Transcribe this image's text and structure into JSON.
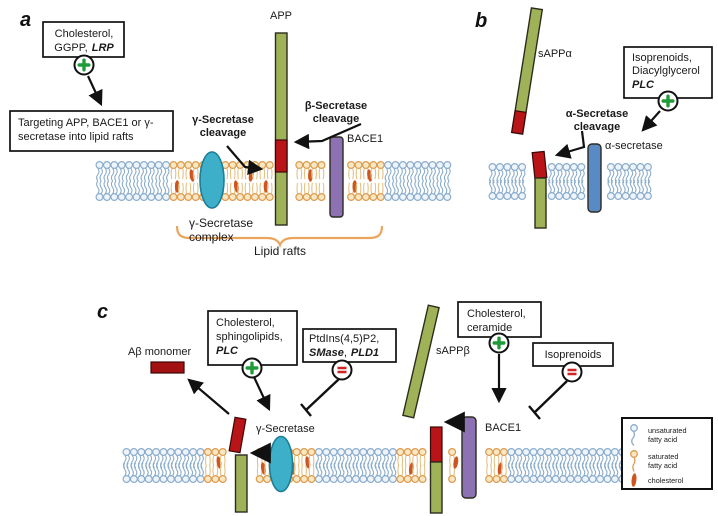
{
  "colors": {
    "green_bar": "#9fb257",
    "red_seg": "#b91418",
    "purple": "#8d72b3",
    "blue_bar": "#5a8ac6",
    "teal": "#3eafc8",
    "abeta_red": "#a31113",
    "plus_green": "#1f9c38",
    "minus_red": "#cc2626",
    "lipid_blue": "#8badcc",
    "lipid_blue_fill": "#eef4fa",
    "raft_orange": "#dd9a4e",
    "raft_fill": "#f7e7c3",
    "raft_tail": "#e7c083",
    "chol_red": "#cd5520",
    "bracket": "#eaa55f",
    "text": "#1a1a1a"
  },
  "panel_a": {
    "letter": "a",
    "box1": {
      "line1": "Cholesterol,",
      "line2_plain": "GGPP,",
      "line2_em": "LRP"
    },
    "box2": {
      "line1": "Targeting APP, BACE1 or γ-",
      "line2": "secretase into lipid rafts"
    },
    "app_label": "APP",
    "gamma_cleavage_l1": "γ-Secretase",
    "gamma_cleavage_l2": "cleavage",
    "beta_cleavage_l1": "β-Secretase",
    "beta_cleavage_l2": "cleavage",
    "bace1_label": "BACE1",
    "gamma_complex_l1": "γ-Secretase",
    "gamma_complex_l2": "complex",
    "lipid_rafts_label": "Lipid rafts"
  },
  "panel_b": {
    "letter": "b",
    "sappa_label": "sAPPα",
    "box": {
      "line1": "Isoprenoids,",
      "line2": "Diacylglycerol",
      "line3_em": "PLC"
    },
    "alpha_cleavage_l1": "α-Secretase",
    "alpha_cleavage_l2": "cleavage",
    "alpha_secretase_label": "α-secretase"
  },
  "panel_c": {
    "letter": "c",
    "abeta_label": "Aβ monomer",
    "box1": {
      "line1": "Cholesterol,",
      "line2": "sphingolipids,",
      "line3_em": "PLC"
    },
    "box2": {
      "line1": "PtdIns(4,5)P2,",
      "line2_em1": "SMase",
      "line2_sep": ",",
      "line2_em2": "PLD1"
    },
    "gamma_label": "γ-Secretase",
    "sappb_label": "sAPPβ",
    "box3": {
      "line1": "Cholesterol,",
      "line2": "ceramide"
    },
    "box4": {
      "line1": "Isoprenoids"
    },
    "bace1_label": "BACE1",
    "legend": {
      "items": [
        {
          "l1": "unsaturated",
          "l2": "fatty acid"
        },
        {
          "l1": "saturated",
          "l2": "fatty acid"
        },
        {
          "l1": "cholesterol",
          "l2": ""
        }
      ]
    }
  }
}
